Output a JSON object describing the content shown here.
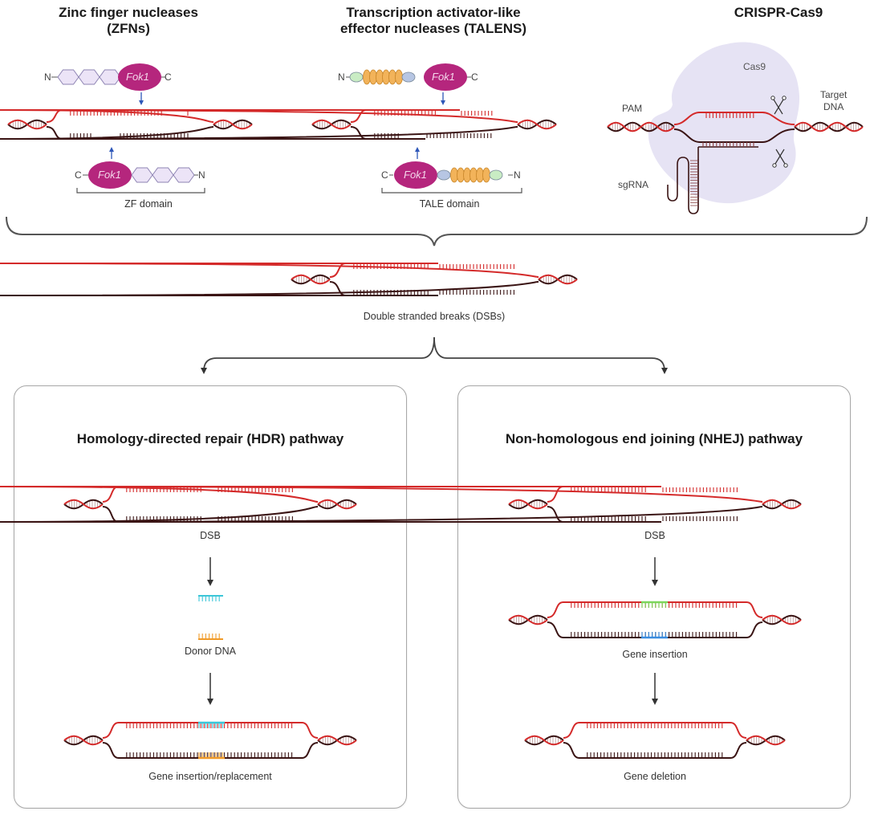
{
  "colors": {
    "strand_top": "#d42a2a",
    "strand_bottom": "#3a1414",
    "fok1": "#b5267d",
    "zf_finger": "#ece4f7",
    "zf_finger_stroke": "#8e84b3",
    "tale_repeat": "#f2b35a",
    "tale_green": "#c9ecc4",
    "tale_blue": "#b7c6e3",
    "cas9": "#e3e0f3",
    "arrow_blue": "#2d56b8",
    "insert_cyan": "#3cc6d8",
    "insert_orange": "#f09a28",
    "insert_green": "#7cd65a",
    "insert_blue": "#3a8de0"
  },
  "nucleases": [
    {
      "title_line1": "Zinc finger nucleases",
      "title_line2": "(ZFNs)",
      "n_label": "N",
      "c_label": "C",
      "fok1_label": "Fok1",
      "domain_label": "ZF domain"
    },
    {
      "title_line1": "Transcription activator-like",
      "title_line2": "effector nucleases (TALENS)",
      "n_label": "N",
      "c_label": "C",
      "fok1_label": "Fok1",
      "domain_label": "TALE domain"
    },
    {
      "title_line1": "CRISPR-Cas9",
      "cas9_label": "Cas9",
      "pam_label": "PAM",
      "target_label_line1": "Target",
      "target_label_line2": "DNA",
      "sgrna_label": "sgRNA"
    }
  ],
  "dsb": {
    "label": "Double stranded breaks (DSBs)"
  },
  "pathways": [
    {
      "title": "Homology-directed repair (HDR) pathway",
      "step1_label": "DSB",
      "donor_label": "Donor DNA",
      "result_label": "Gene insertion/replacement"
    },
    {
      "title": "Non-homologous end joining (NHEJ) pathway",
      "step1_label": "DSB",
      "step2_label": "Gene insertion",
      "result_label": "Gene deletion"
    }
  ]
}
